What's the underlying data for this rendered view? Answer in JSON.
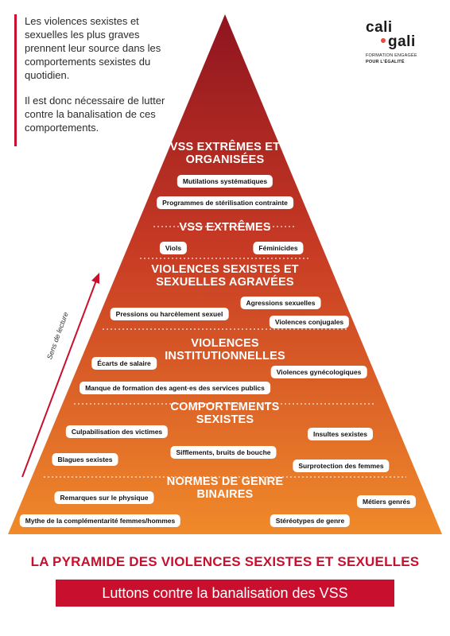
{
  "intro": {
    "paragraph1": "Les violences sexistes et sexuelles les plus graves prennent leur source dans les comportements sexistes du quotidien.",
    "paragraph2": "Il est donc nécessaire de lutter contre la banalisation de ces comportements."
  },
  "logo": {
    "line1": "cali",
    "line2": "gali",
    "tagline1": "FORMATION ENGAGÉE",
    "tagline2": "POUR L'ÉGALITÉ"
  },
  "reading_direction": "Sens de lecture",
  "levels": [
    {
      "title": "VSS EXTRÊMES ET ORGANISÉES",
      "items": [
        "Mutilations systématiques",
        "Programmes de stérilisation contrainte"
      ]
    },
    {
      "title": "VSS EXTRÊMES",
      "items": [
        "Viols",
        "Féminicides"
      ]
    },
    {
      "title": "VIOLENCES SEXISTES ET SEXUELLES AGRAVÉES",
      "items": [
        "Pressions ou harcèlement sexuel",
        "Agressions sexuelles",
        "Violences conjugales"
      ]
    },
    {
      "title": "VIOLENCES INSTITUTIONNELLES",
      "items": [
        "Écarts de salaire",
        "Violences gynécologiques",
        "Manque de formation des agent·es des services publics"
      ]
    },
    {
      "title": "COMPORTEMENTS SEXISTES",
      "items": [
        "Culpabilisation des victimes",
        "Insultes sexistes",
        "Sifflements, bruits de bouche",
        "Blagues sexistes",
        "Surprotection des femmes"
      ]
    },
    {
      "title": "NORMES DE GENRE BINAIRES",
      "items": [
        "Remarques sur le physique",
        "Métiers genrés",
        "Mythe de la complémentarité femmes/hommes",
        "Stéréotypes de genre"
      ]
    }
  ],
  "colors": {
    "accent": "#c8102e",
    "pyramid_top": "#a0171f",
    "pyramid_bottom": "#ee7d26"
  },
  "footer": {
    "title": "LA PYRAMIDE DES VIOLENCES SEXISTES ET SEXUELLES",
    "banner": "Luttons contre la banalisation des VSS"
  }
}
